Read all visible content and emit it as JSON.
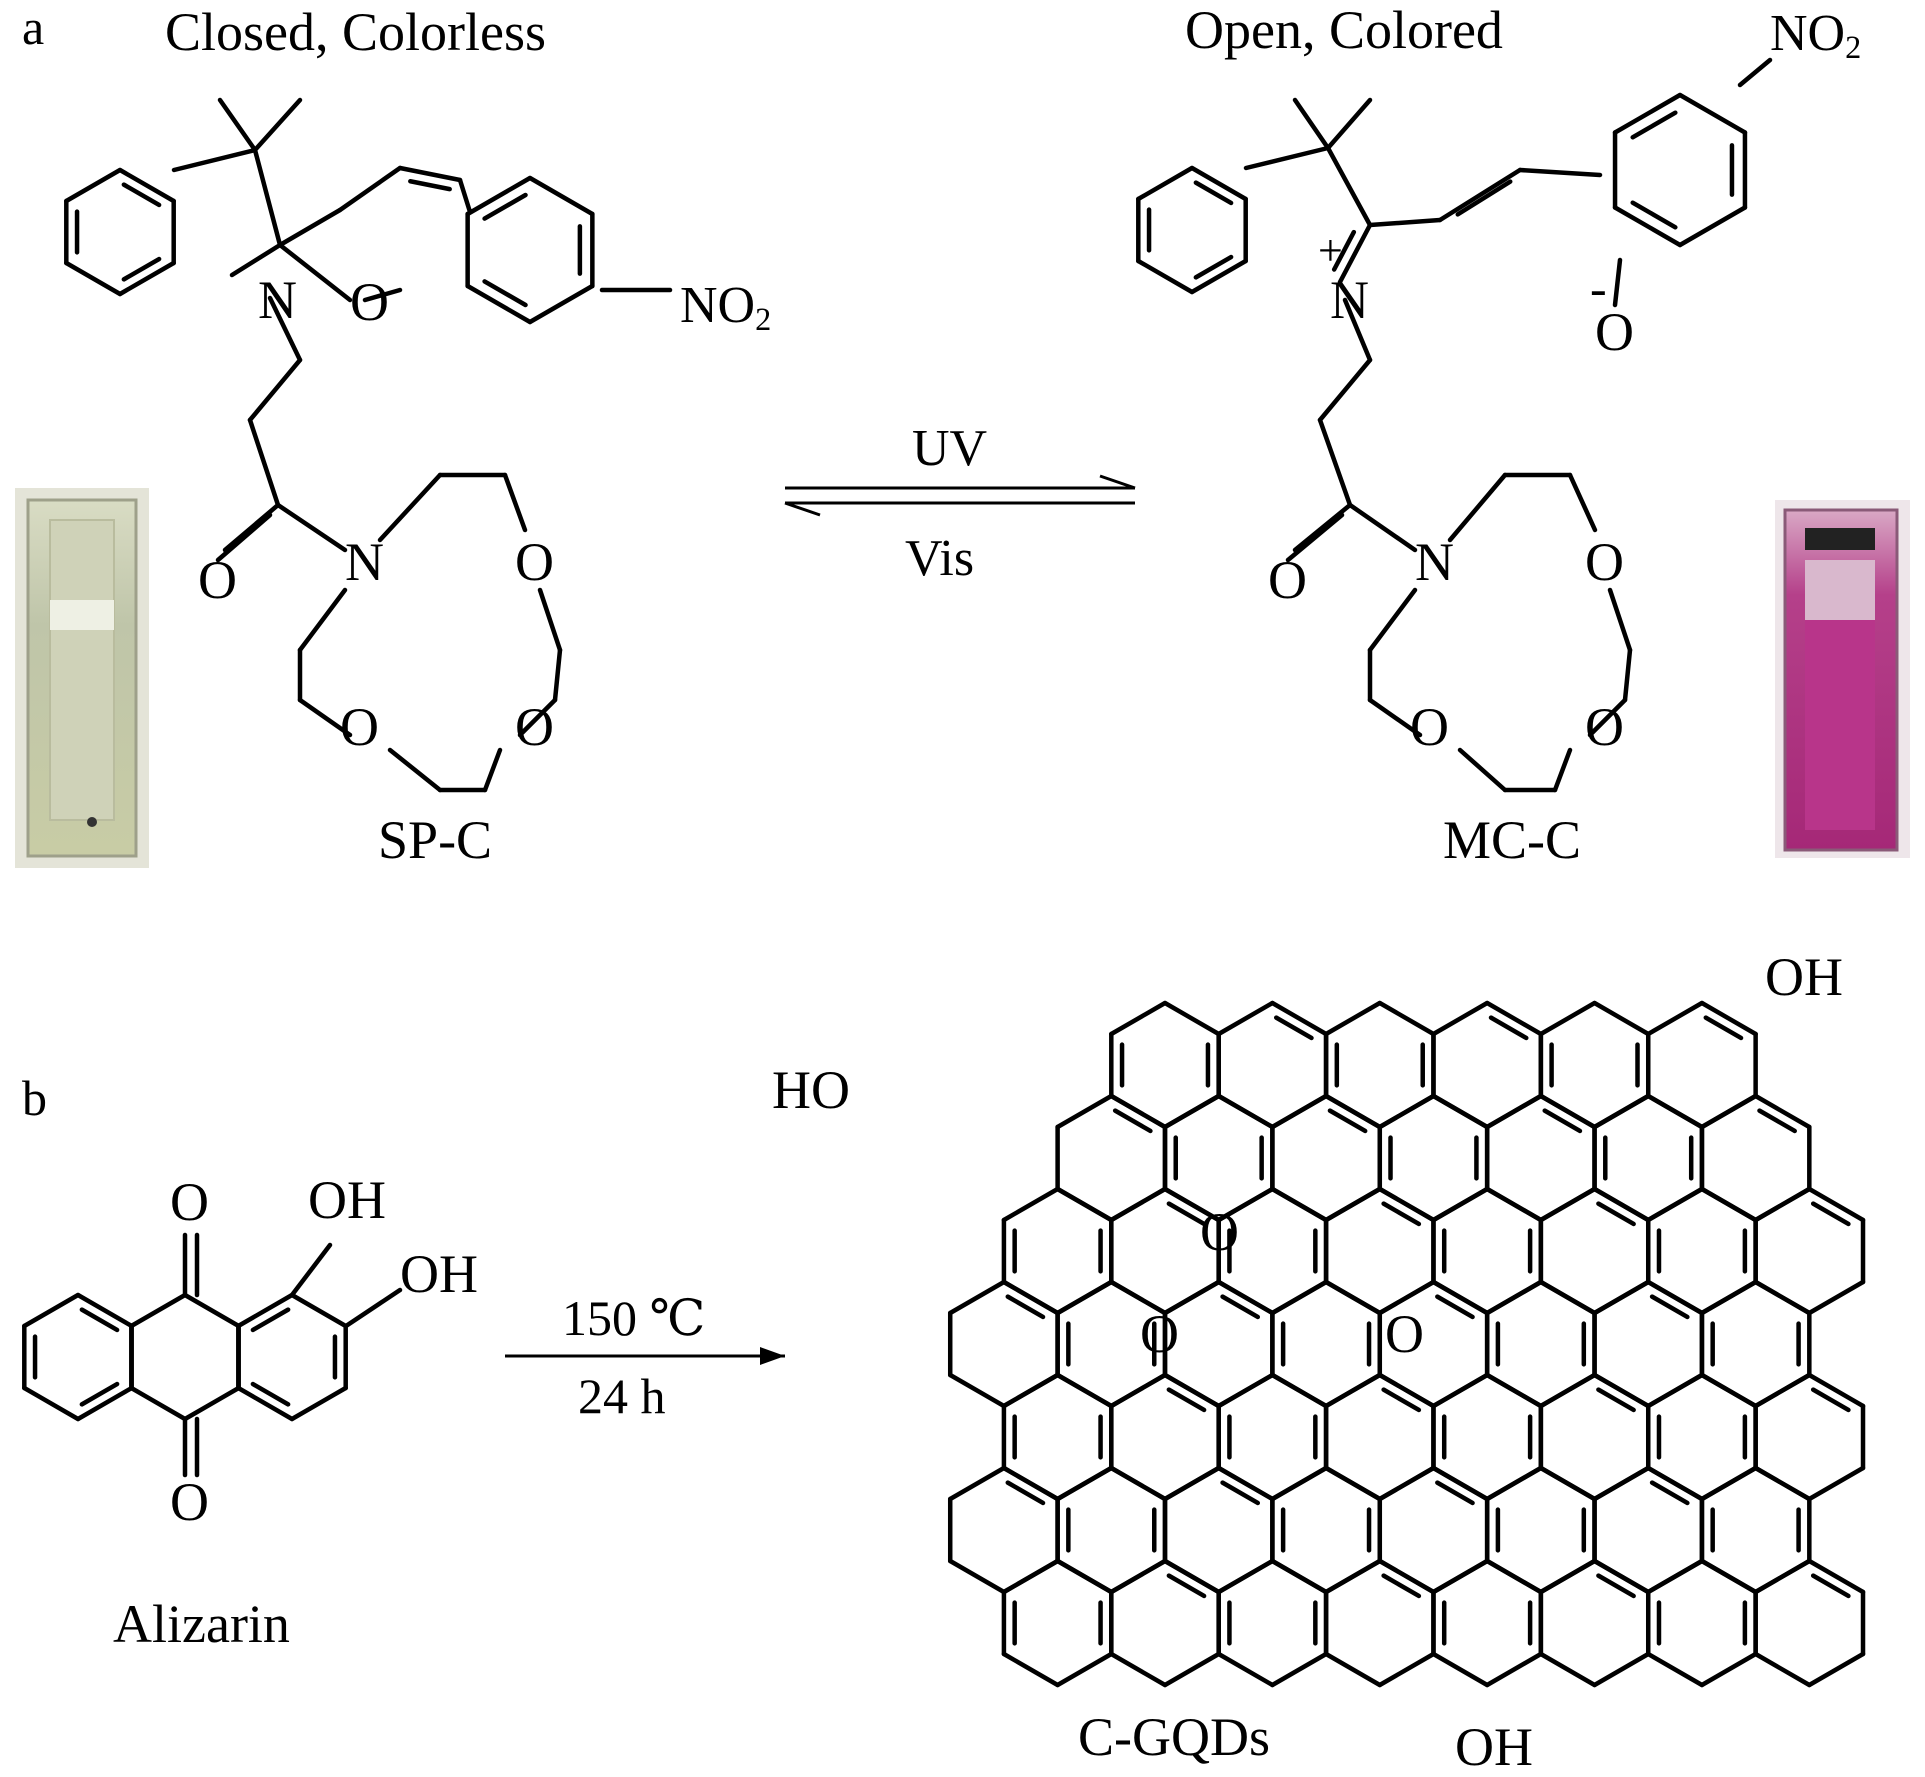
{
  "panel_a": {
    "label": "a",
    "left_title": "Closed, Colorless",
    "right_title": "Open, Colored",
    "left_name": "SP-C",
    "right_name": "MC-C",
    "forward_condition": "UV",
    "reverse_condition": "Vis",
    "atoms": {
      "n": "N",
      "o": "O",
      "no2_main": "NO",
      "no2_sub": "2",
      "plus": "+",
      "minus": "-"
    },
    "colors": {
      "colorless_solution": "#c9cdb0",
      "colored_solution": "#b0307e"
    }
  },
  "panel_b": {
    "label": "b",
    "reactant_name": "Alizarin",
    "product_name": "C-GQDs",
    "condition_temp": "150 ℃",
    "condition_time": "24 h",
    "atoms": {
      "o": "O",
      "oh": "OH",
      "ho": "HO"
    }
  }
}
